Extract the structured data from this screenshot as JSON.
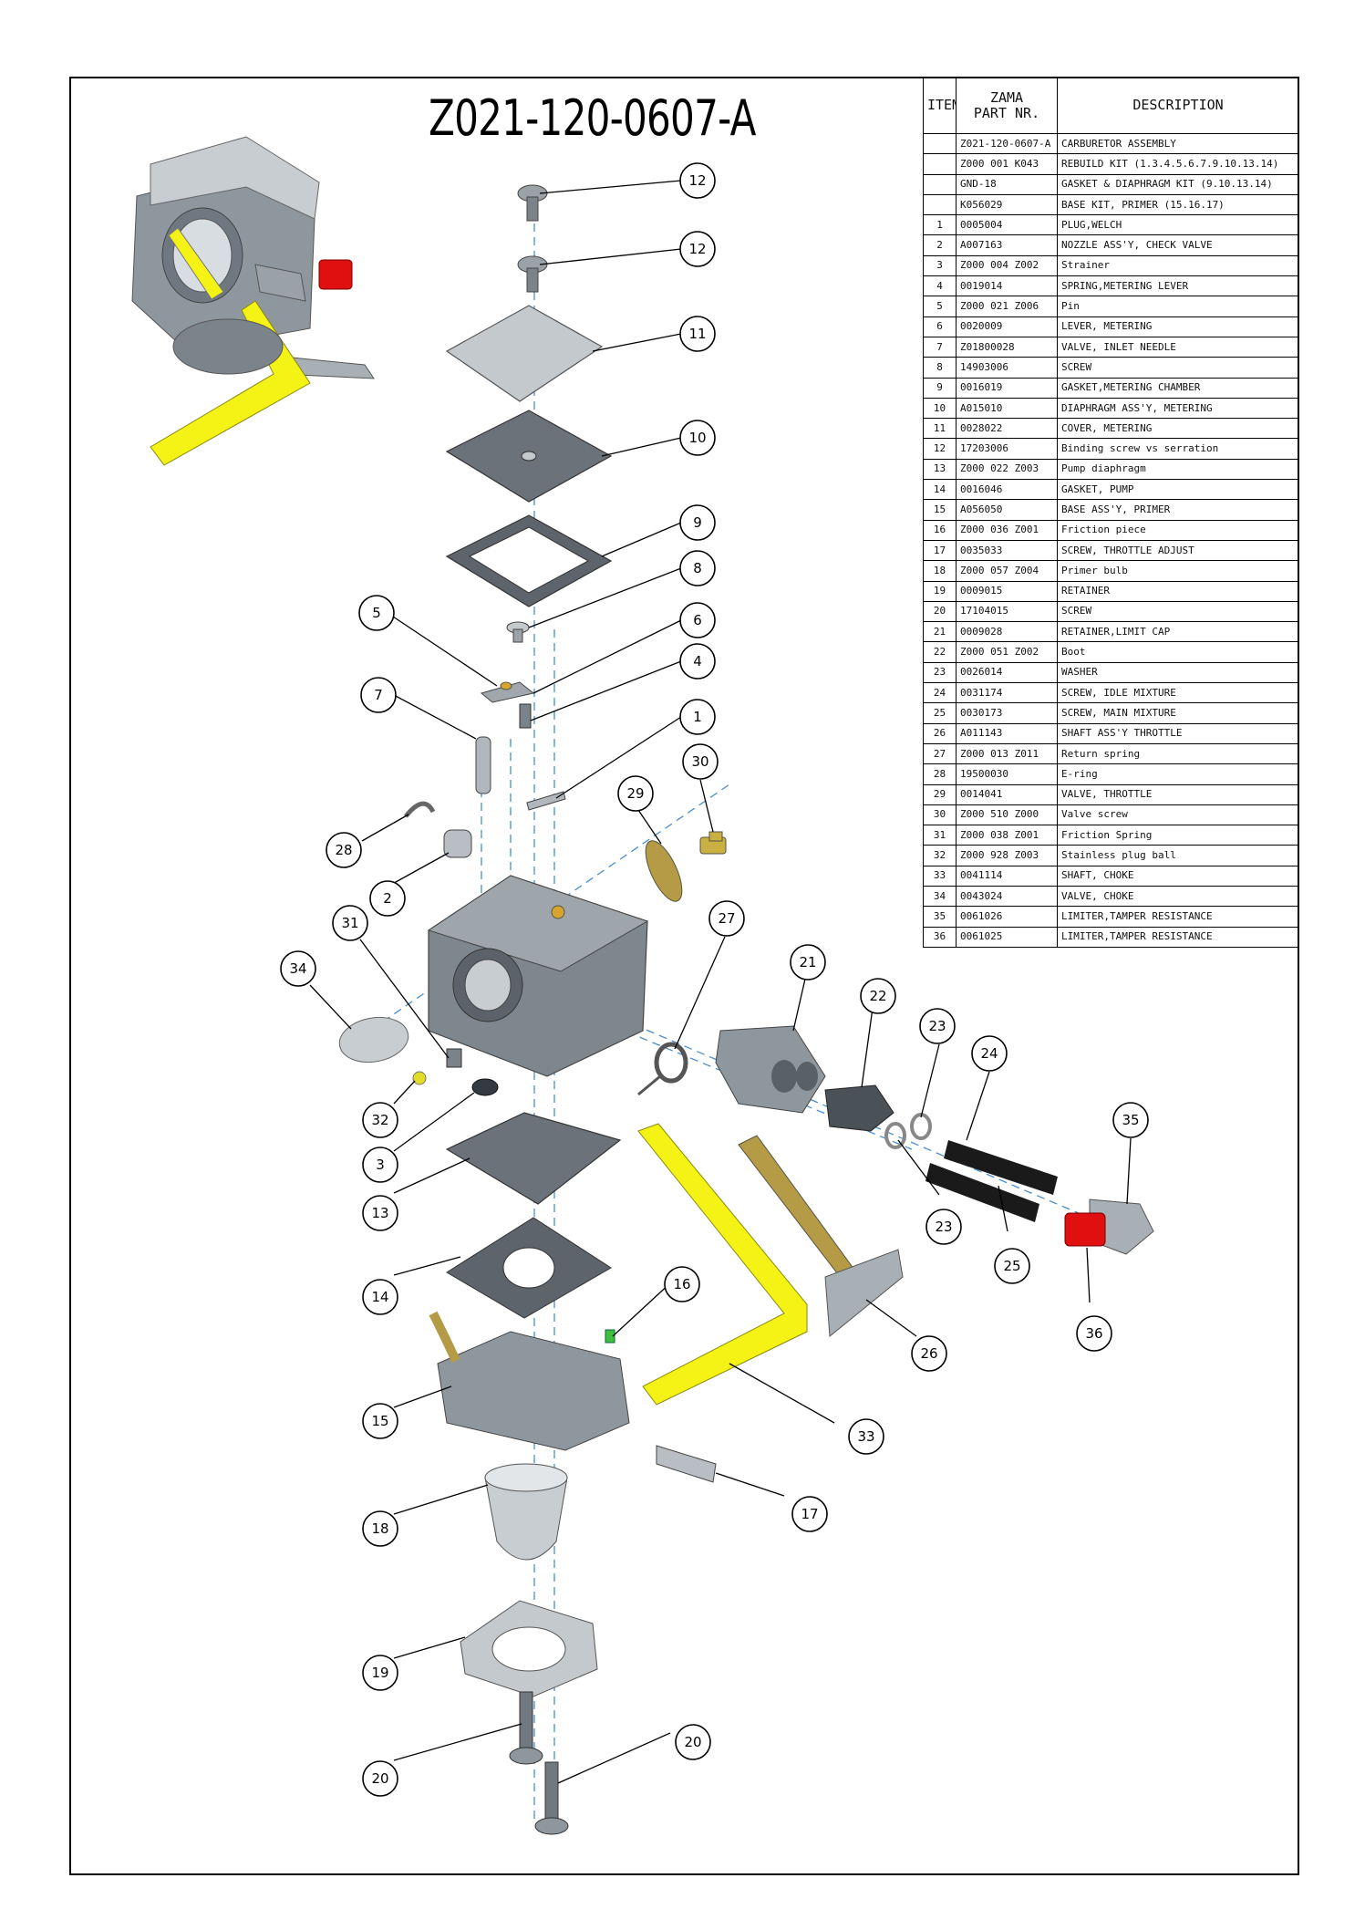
{
  "title": "Z021-120-0607-A",
  "table": {
    "headers": {
      "item": "ITEM",
      "part_line1": "ZAMA",
      "part_line2": "PART NR.",
      "description": "DESCRIPTION"
    },
    "rows": [
      {
        "item": "",
        "part": "Z021-120-0607-A",
        "desc": "CARBURETOR ASSEMBLY"
      },
      {
        "item": "",
        "part": "Z000 001 K043",
        "desc": "REBUILD KIT (1.3.4.5.6.7.9.10.13.14)"
      },
      {
        "item": "",
        "part": "GND-18",
        "desc": "GASKET & DIAPHRAGM KIT (9.10.13.14)"
      },
      {
        "item": "",
        "part": "K056029",
        "desc": "BASE KIT, PRIMER (15.16.17)"
      },
      {
        "item": "1",
        "part": "0005004",
        "desc": "PLUG,WELCH"
      },
      {
        "item": "2",
        "part": "A007163",
        "desc": "NOZZLE ASS'Y, CHECK VALVE"
      },
      {
        "item": "3",
        "part": "Z000 004 Z002",
        "desc": "Strainer"
      },
      {
        "item": "4",
        "part": "0019014",
        "desc": "SPRING,METERING LEVER"
      },
      {
        "item": "5",
        "part": "Z000 021 Z006",
        "desc": "Pin"
      },
      {
        "item": "6",
        "part": "0020009",
        "desc": "LEVER, METERING"
      },
      {
        "item": "7",
        "part": "Z01800028",
        "desc": "VALVE, INLET NEEDLE"
      },
      {
        "item": "8",
        "part": "14903006",
        "desc": "SCREW"
      },
      {
        "item": "9",
        "part": "0016019",
        "desc": "GASKET,METERING CHAMBER"
      },
      {
        "item": "10",
        "part": "A015010",
        "desc": "DIAPHRAGM ASS'Y, METERING"
      },
      {
        "item": "11",
        "part": "0028022",
        "desc": "COVER, METERING"
      },
      {
        "item": "12",
        "part": "17203006",
        "desc": "Binding screw vs serration"
      },
      {
        "item": "13",
        "part": "Z000 022 Z003",
        "desc": "Pump diaphragm"
      },
      {
        "item": "14",
        "part": "0016046",
        "desc": "GASKET, PUMP"
      },
      {
        "item": "15",
        "part": "A056050",
        "desc": "BASE ASS'Y, PRIMER"
      },
      {
        "item": "16",
        "part": "Z000 036 Z001",
        "desc": "Friction piece"
      },
      {
        "item": "17",
        "part": "0035033",
        "desc": "SCREW, THROTTLE ADJUST"
      },
      {
        "item": "18",
        "part": "Z000 057 Z004",
        "desc": "Primer bulb"
      },
      {
        "item": "19",
        "part": "0009015",
        "desc": "RETAINER"
      },
      {
        "item": "20",
        "part": "17104015",
        "desc": "SCREW"
      },
      {
        "item": "21",
        "part": "0009028",
        "desc": "RETAINER,LIMIT CAP"
      },
      {
        "item": "22",
        "part": "Z000 051 Z002",
        "desc": "Boot"
      },
      {
        "item": "23",
        "part": "0026014",
        "desc": "WASHER"
      },
      {
        "item": "24",
        "part": "0031174",
        "desc": "SCREW, IDLE MIXTURE"
      },
      {
        "item": "25",
        "part": "0030173",
        "desc": "SCREW, MAIN MIXTURE"
      },
      {
        "item": "26",
        "part": "A011143",
        "desc": "SHAFT ASS'Y THROTTLE"
      },
      {
        "item": "27",
        "part": "Z000 013 Z011",
        "desc": "Return spring"
      },
      {
        "item": "28",
        "part": "19500030",
        "desc": "E-ring"
      },
      {
        "item": "29",
        "part": "0014041",
        "desc": "VALVE, THROTTLE"
      },
      {
        "item": "30",
        "part": "Z000 510 Z000",
        "desc": "Valve screw"
      },
      {
        "item": "31",
        "part": "Z000 038 Z001",
        "desc": "Friction Spring"
      },
      {
        "item": "32",
        "part": "Z000 928 Z003",
        "desc": "Stainless plug ball"
      },
      {
        "item": "33",
        "part": "0041114",
        "desc": "SHAFT, CHOKE"
      },
      {
        "item": "34",
        "part": "0043024",
        "desc": "VALVE, CHOKE"
      },
      {
        "item": "35",
        "part": "0061026",
        "desc": "LIMITER,TAMPER RESISTANCE"
      },
      {
        "item": "36",
        "part": "0061025",
        "desc": "LIMITER,TAMPER RESISTANCE"
      }
    ]
  },
  "callouts": [
    "12",
    "12",
    "11",
    "10",
    "9",
    "8",
    "5",
    "6",
    "4",
    "7",
    "1",
    "30",
    "29",
    "28",
    "2",
    "27",
    "31",
    "21",
    "34",
    "22",
    "23",
    "24",
    "32",
    "3",
    "35",
    "13",
    "23",
    "25",
    "14",
    "16",
    "26",
    "36",
    "15",
    "33",
    "17",
    "18",
    "19",
    "20",
    "20"
  ],
  "colors": {
    "part_gray": "#8d959c",
    "part_light": "#c4c9ce",
    "choke_yellow": "#f5f215",
    "limiter_red": "#e01010",
    "brass": "#b59b45",
    "axis_blue": "#4a8fd0"
  }
}
